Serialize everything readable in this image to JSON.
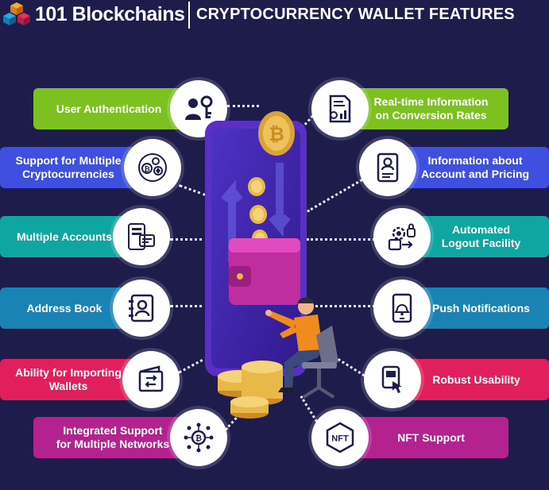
{
  "header": {
    "brand": "101 Blockchains",
    "title": "CRYPTOCURRENCY WALLET FEATURES"
  },
  "colors": {
    "background": "#1e1c4a",
    "green": "#7cc11f",
    "blue": "#3f4fe0",
    "teal": "#0fa5a0",
    "cyan": "#1a83b6",
    "pink": "#e21f5d",
    "magenta": "#b3228f",
    "phone": "#3a1f9c",
    "wallet": "#c02d9e",
    "coin": "#e8b949"
  },
  "features": {
    "user_authentication": {
      "label": "User Authentication",
      "icon": "user-key-icon"
    },
    "multi_crypto": {
      "label": "Support for Multiple\nCryptocurrencies",
      "icon": "crypto-coins-icon"
    },
    "multi_accounts": {
      "label": "Multiple Accounts",
      "icon": "multiple-accounts-icon"
    },
    "address_book": {
      "label": "Address Book",
      "icon": "address-book-icon"
    },
    "importing_wallets": {
      "label": "Ability for Importing\nWallets",
      "icon": "import-wallet-icon"
    },
    "multi_networks": {
      "label": "Integrated Support\nfor Multiple Networks",
      "icon": "network-icon"
    },
    "realtime_info": {
      "label": "Real-time Information\non Conversion Rates",
      "icon": "report-chart-icon"
    },
    "account_pricing": {
      "label": "Information about\nAccount and Pricing",
      "icon": "profile-document-icon"
    },
    "auto_logout": {
      "label": "Automated\nLogout Facility",
      "icon": "logout-gear-icon"
    },
    "push_notifications": {
      "label": "Push Notifications",
      "icon": "phone-notification-icon"
    },
    "robust_usability": {
      "label": "Robust Usability",
      "icon": "usability-icon"
    },
    "nft_support": {
      "label": "NFT Support",
      "icon": "nft-icon",
      "badge_text": "NFT"
    }
  }
}
